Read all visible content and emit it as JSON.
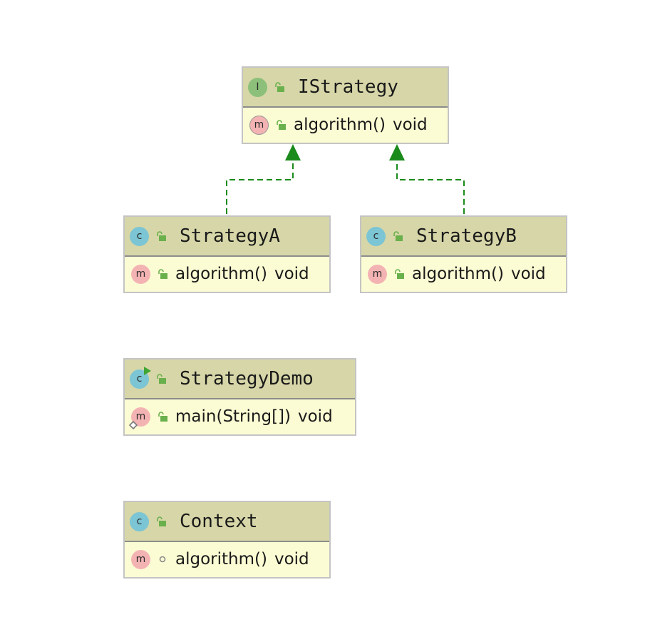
{
  "diagram": {
    "classes": {
      "istrategy": {
        "name": "IStrategy",
        "kind_letter": "I",
        "method": {
          "letter": "m",
          "name": "algorithm()",
          "return_type": "void"
        }
      },
      "strategy_a": {
        "name": "StrategyA",
        "kind_letter": "c",
        "method": {
          "letter": "m",
          "name": "algorithm()",
          "return_type": "void"
        }
      },
      "strategy_b": {
        "name": "StrategyB",
        "kind_letter": "c",
        "method": {
          "letter": "m",
          "name": "algorithm()",
          "return_type": "void"
        }
      },
      "strategy_demo": {
        "name": "StrategyDemo",
        "kind_letter": "c",
        "method": {
          "letter": "m",
          "name": "main(String[])",
          "return_type": "void"
        }
      },
      "context": {
        "name": "Context",
        "kind_letter": "c",
        "method": {
          "letter": "m",
          "name": "algorithm()",
          "return_type": "void"
        }
      }
    },
    "relations": [
      {
        "type": "realization",
        "from": "StrategyA",
        "to": "IStrategy"
      },
      {
        "type": "realization",
        "from": "StrategyB",
        "to": "IStrategy"
      }
    ],
    "colors": {
      "header_bg": "#d6d6a8",
      "body_bg": "#fcfcd4",
      "arrow": "#1a8a1a",
      "class_badge": "#7cc5d4",
      "interface_badge": "#8cc07a",
      "method_badge": "#f4b3b3",
      "public_lock": "#6ab04c"
    },
    "icons": {
      "class": "class-icon",
      "interface": "interface-icon",
      "method": "method-icon",
      "public": "public-lock-icon",
      "package_private": "package-private-icon",
      "runnable": "run-marker-icon",
      "static": "static-marker-icon"
    }
  }
}
